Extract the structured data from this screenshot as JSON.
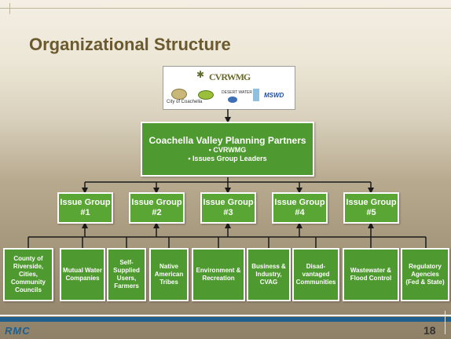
{
  "slide": {
    "title": "Organizational Structure",
    "page_number": "18",
    "footer_logo": "RMC"
  },
  "logos": {
    "cvrwmg": "CVRWMG",
    "city": "City of Coachella",
    "desert_water": "DESERT WATER",
    "mswd": "MSWD"
  },
  "partners": {
    "title": "Coachella Valley Planning Partners",
    "items": [
      "• CVRWMG",
      "• Issues Group Leaders"
    ]
  },
  "issue_groups": [
    {
      "line1": "Issue Group",
      "line2": "#1"
    },
    {
      "line1": "Issue Group",
      "line2": "#2"
    },
    {
      "line1": "Issue Group",
      "line2": "#3"
    },
    {
      "line1": "Issue Group",
      "line2": "#4"
    },
    {
      "line1": "Issue Group",
      "line2": "#5"
    }
  ],
  "stakeholders": [
    "County of Riverside, Cities, Community Councils",
    "Mutual Water Companies",
    "Self-Supplied Users, Farmers",
    "Native American Tribes",
    "Environment & Recreation",
    "Business & Industry, CVAG",
    "Disad-vantaged Communities",
    "Wastewater & Flood Control",
    "Regulatory Agencies (Fed & State)"
  ],
  "colors": {
    "box_green": "#4f9a30",
    "title_brown": "#6b5a2e",
    "footer_blue": "#1f5f8f"
  }
}
